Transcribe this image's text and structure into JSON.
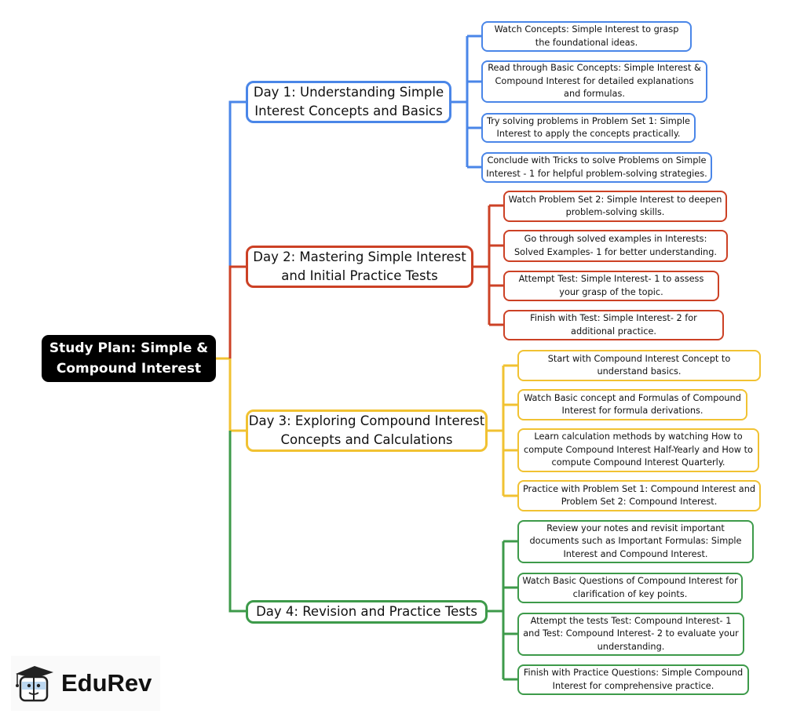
{
  "colors": {
    "day1": "#4a86e8",
    "day2": "#cc4125",
    "day3": "#f1c232",
    "day4": "#3d9a4a",
    "root": "#000000"
  },
  "root": {
    "label": "Study Plan: Simple & Compound Interest"
  },
  "days": [
    {
      "label": "Day 1: Understanding Simple Interest Concepts and Basics",
      "tasks": [
        "Watch Concepts: Simple Interest to grasp the foundational ideas.",
        "Read through Basic Concepts: Simple Interest & Compound Interest for detailed explanations and formulas.",
        "Try solving problems in Problem Set 1: Simple Interest to apply the concepts practically.",
        "Conclude with Tricks to solve Problems on Simple Interest - 1 for helpful problem-solving strategies."
      ]
    },
    {
      "label": "Day 2: Mastering Simple Interest and Initial Practice Tests",
      "tasks": [
        "Watch Problem Set 2: Simple Interest to deepen problem-solving skills.",
        "Go through solved examples in Interests: Solved Examples- 1 for better understanding.",
        "Attempt Test: Simple Interest- 1 to assess your grasp of the topic.",
        "Finish with Test: Simple Interest- 2 for additional practice."
      ]
    },
    {
      "label": "Day 3: Exploring Compound Interest Concepts and Calculations",
      "tasks": [
        "Start with Compound Interest Concept to understand basics.",
        "Watch Basic concept and Formulas of Compound Interest for formula derivations.",
        "Learn calculation methods by watching How to compute Compound Interest Half-Yearly and How to compute Compound Interest Quarterly.",
        "Practice with Problem Set 1: Compound Interest and Problem Set 2: Compound Interest."
      ]
    },
    {
      "label": "Day 4: Revision and Practice Tests",
      "tasks": [
        "Review your notes and revisit important documents such as Important Formulas: Simple Interest and Compound Interest.",
        "Watch Basic Questions of Compound Interest for clarification of key points.",
        "Attempt the tests Test: Compound Interest- 1 and Test: Compound Interest- 2 to evaluate your understanding.",
        "Finish with Practice Questions: Simple Compound Interest for comprehensive practice."
      ]
    }
  ],
  "logo": {
    "name": "EduRev"
  }
}
